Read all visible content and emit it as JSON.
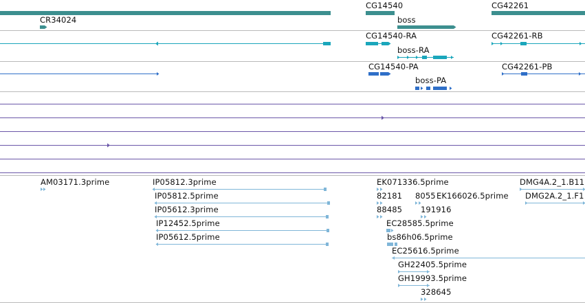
{
  "colors": {
    "gene": "#3c8f8f",
    "mrna": "#1aa6bb",
    "protein": "#2f6fc8",
    "purple": "#6a56a8",
    "est": "#7fb6d8",
    "divider": "#b9b9b9"
  },
  "genes": [
    {
      "label": "CG14540"
    },
    {
      "label": "CG42261"
    },
    {
      "label": "CR34024"
    },
    {
      "label": "boss"
    }
  ],
  "transcripts": [
    {
      "label": "CG14540-RA"
    },
    {
      "label": "CG42261-RB"
    },
    {
      "label": "boss-RA"
    }
  ],
  "proteins": [
    {
      "label": "CG14540-PA"
    },
    {
      "label": "CG42261-PB"
    },
    {
      "label": "boss-PA"
    }
  ],
  "ests": [
    {
      "label": "AM03171.3prime"
    },
    {
      "label": "IP05812.3prime"
    },
    {
      "label": "EK071336.5prime"
    },
    {
      "label": "DMG4A.2_1.B11"
    },
    {
      "label": "IP05812.5prime"
    },
    {
      "label": "82181"
    },
    {
      "label": "8055"
    },
    {
      "label": "EK166026.5prime"
    },
    {
      "label": "DMG2A.2_1.F1"
    },
    {
      "label": "IP05612.3prime"
    },
    {
      "label": "88485"
    },
    {
      "label": "191916"
    },
    {
      "label": "IP12452.5prime"
    },
    {
      "label": "EC28585.5prime"
    },
    {
      "label": "IP05612.5prime"
    },
    {
      "label": "bs86h06.5prime"
    },
    {
      "label": "EC25616.5prime"
    },
    {
      "label": "GH22405.5prime"
    },
    {
      "label": "GH19993.5prime"
    },
    {
      "label": "328645"
    }
  ]
}
